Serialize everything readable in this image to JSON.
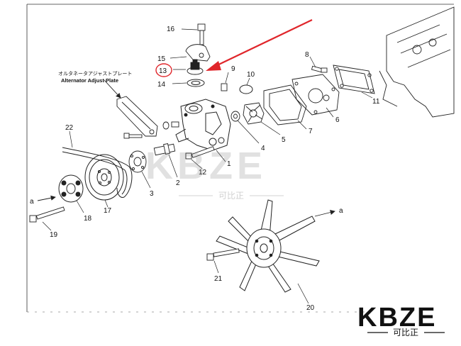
{
  "diagram": {
    "caption_jp": "オルタネータアジャストプレート",
    "caption_en": "Alternator Adjust Plate",
    "arrow_label_left": "a",
    "arrow_label_right": "a",
    "highlighted_part": "13",
    "highlight_color": "#e0262b",
    "parts": {
      "p1": "1",
      "p2": "2",
      "p3": "3",
      "p4": "4",
      "p5": "5",
      "p6": "6",
      "p7": "7",
      "p8": "8",
      "p9": "9",
      "p10": "10",
      "p11": "11",
      "p12": "12",
      "p13": "13",
      "p14": "14",
      "p15": "15",
      "p16": "16",
      "p17": "17",
      "p18": "18",
      "p19": "19",
      "p20": "20",
      "p21": "21",
      "p22": "22"
    }
  },
  "watermark": {
    "brand": "KBZE",
    "sub": "可比正"
  },
  "logo": {
    "brand": "KBZE",
    "sub": "可比正"
  }
}
